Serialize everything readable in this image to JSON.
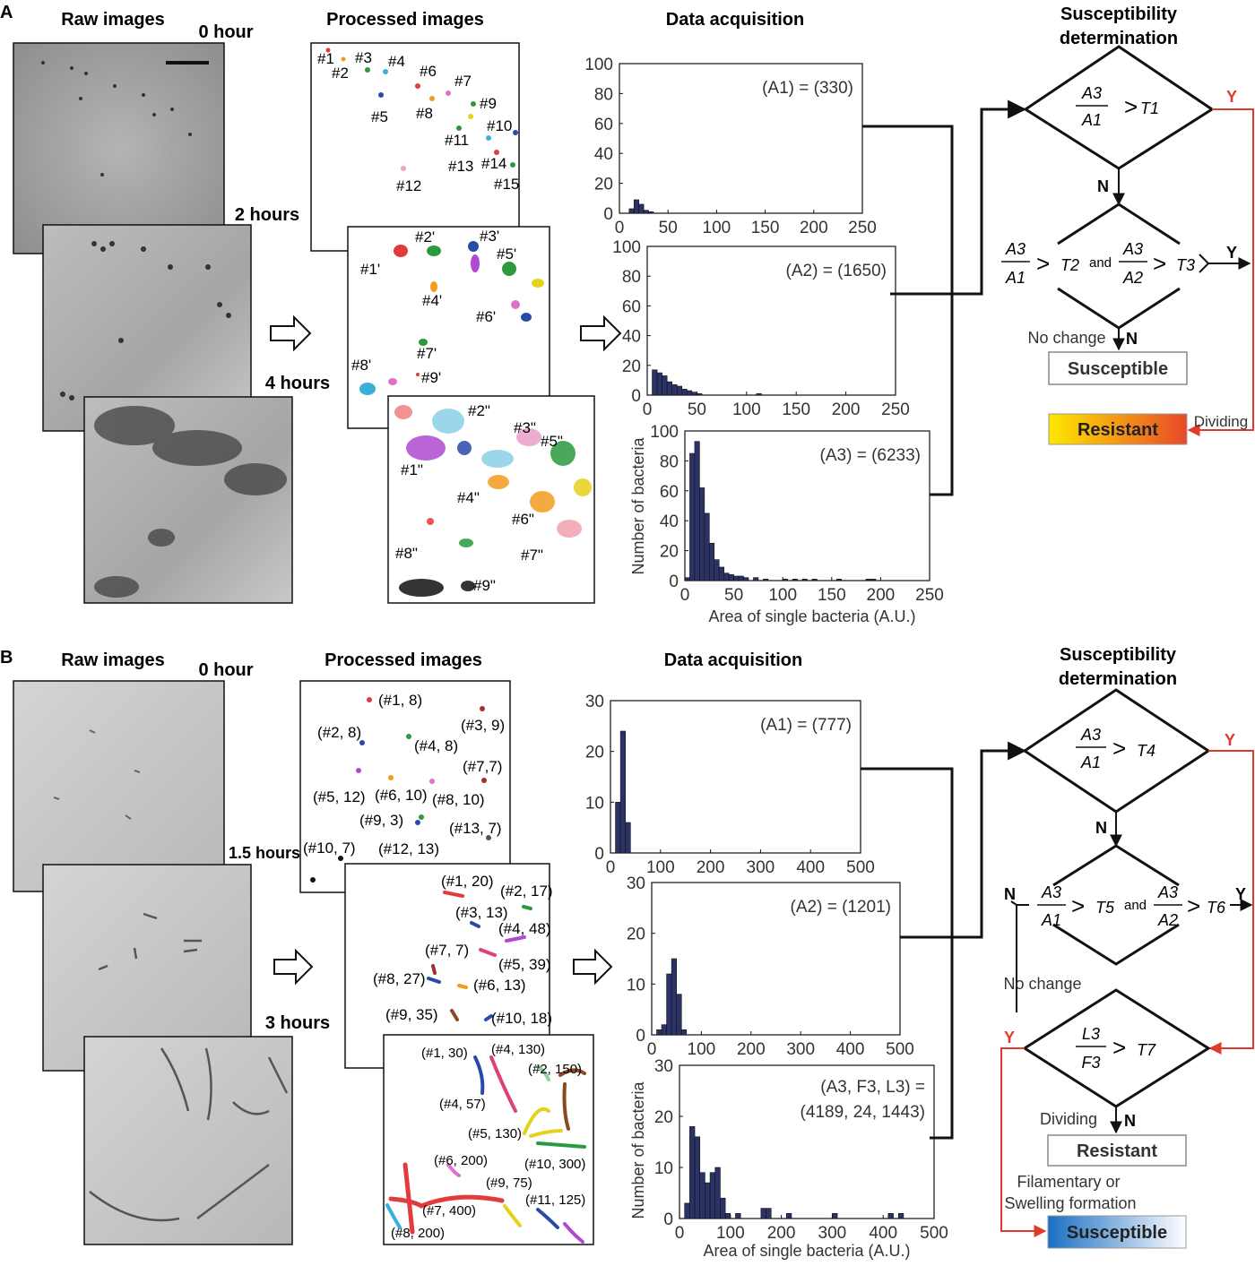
{
  "panel_a": {
    "letter": "A",
    "headers": {
      "raw": "Raw images",
      "processed": "Processed images",
      "data": "Data acquisition",
      "susceptibility_line1": "Susceptibility",
      "susceptibility_line2": "determination"
    },
    "timepoints": [
      "0 hour",
      "2 hours",
      "4 hours"
    ],
    "labels_t0": [
      "#1",
      "#2",
      "#3",
      "#4",
      "#5",
      "#6",
      "#7",
      "#8",
      "#9",
      "#10",
      "#11",
      "#12",
      "#13",
      "#14",
      "#15"
    ],
    "labels_t1": [
      "#1'",
      "#2'",
      "#3'",
      "#4'",
      "#5'",
      "#6'",
      "#7'",
      "#8'",
      "#9'"
    ],
    "labels_t2": [
      "#1\"",
      "#2\"",
      "#3\"",
      "#4\"",
      "#5\"",
      "#6\"",
      "#7\"",
      "#8\"",
      "#9\""
    ],
    "flow": {
      "cond1": {
        "num": "A3",
        "den": "A1",
        "op": ">",
        "thr": "T1"
      },
      "cond2a": {
        "num": "A3",
        "den": "A1",
        "op": ">",
        "thr": "T2"
      },
      "and": "and",
      "cond2b": {
        "num": "A3",
        "den": "A2",
        "op": ">",
        "thr": "T3"
      },
      "y": "Y",
      "n": "N",
      "no_change": "No change",
      "dividing": "Dividing",
      "susceptible": "Susceptible",
      "resistant": "Resistant"
    }
  },
  "panel_b": {
    "letter": "B",
    "headers": {
      "raw": "Raw images",
      "processed": "Processed images",
      "data": "Data acquisition",
      "susceptibility_line1": "Susceptibility",
      "susceptibility_line2": "determination"
    },
    "timepoints": [
      "0 hour",
      "1.5 hours",
      "3 hours"
    ],
    "labels_t0": [
      "(#1, 8)",
      "(#2, 8)",
      "(#3, 9)",
      "(#4, 8)",
      "(#7,7)",
      "(#5, 12)",
      "(#6, 10)",
      "(#8, 10)",
      "(#9, 3)",
      "(#13,  7)",
      "(#10, 7)",
      "(#12, 13)"
    ],
    "labels_t1": [
      "(#1,  20)",
      "(#2, 17)",
      "(#3, 13)",
      "(#4, 48)",
      "(#7, 7)",
      "(#5, 39)",
      "(#8, 27)",
      "(#6, 13)",
      "(#9, 35)",
      "(#10, 18)"
    ],
    "labels_t2": [
      "(#1, 30)",
      "(#4, 130)",
      "(#2, 150)",
      "(#4, 57)",
      "(#5, 130)",
      "(#10, 300)",
      "(#6, 200)",
      "(#9, 75)",
      "(#11, 125)",
      "(#7, 400)",
      "(#8, 200)"
    ],
    "flow": {
      "cond1": {
        "num": "A3",
        "den": "A1",
        "op": ">",
        "thr": "T4"
      },
      "cond2a": {
        "num": "A3",
        "den": "A1",
        "op": ">",
        "thr": "T5"
      },
      "and": "and",
      "cond2b": {
        "num": "A3",
        "den": "A2",
        "op": ">",
        "thr": "T6"
      },
      "cond3": {
        "num": "L3",
        "den": "F3",
        "op": ">",
        "thr": "T7"
      },
      "y": "Y",
      "n": "N",
      "no_change": "No change",
      "dividing": "Dividing",
      "resistant": "Resistant",
      "filamentary_line1": "Filamentary or",
      "filamentary_line2": "Swelling formation",
      "susceptible": "Susceptible"
    }
  },
  "chart_data": [
    {
      "type": "bar",
      "panel": "A",
      "annotation": "(A1) = (330)",
      "bin_width": 5,
      "x": [
        10,
        15,
        20,
        25,
        30
      ],
      "values": [
        3,
        9,
        6,
        2,
        1
      ],
      "xlim": [
        0,
        250
      ],
      "ylim": [
        0,
        100
      ],
      "xticks": [
        0,
        50,
        100,
        150,
        200,
        250
      ],
      "yticks": [
        0,
        20,
        40,
        60,
        80,
        100
      ]
    },
    {
      "type": "bar",
      "panel": "A",
      "annotation": "(A2) = (1650)",
      "bin_width": 5,
      "x": [
        5,
        10,
        15,
        20,
        25,
        30,
        35,
        40,
        45,
        50,
        110
      ],
      "values": [
        17,
        15,
        13,
        9,
        7,
        6,
        4,
        3,
        2,
        1,
        1
      ],
      "xlim": [
        0,
        250
      ],
      "ylim": [
        0,
        100
      ],
      "xticks": [
        0,
        50,
        100,
        150,
        200,
        250
      ],
      "yticks": [
        0,
        20,
        40,
        60,
        80,
        100
      ]
    },
    {
      "type": "bar",
      "panel": "A",
      "annotation": "(A3) = (6233)",
      "bin_width": 5,
      "x": [
        0,
        5,
        10,
        15,
        20,
        25,
        30,
        35,
        40,
        45,
        50,
        55,
        60,
        70,
        80,
        100,
        110,
        120,
        130,
        155,
        185,
        190
      ],
      "values": [
        2,
        85,
        93,
        62,
        45,
        25,
        14,
        9,
        5,
        4,
        3,
        3,
        2,
        2,
        1,
        1,
        1,
        1,
        1,
        1,
        1,
        1
      ],
      "xlim": [
        0,
        250
      ],
      "ylim": [
        0,
        100
      ],
      "xticks": [
        0,
        50,
        100,
        150,
        200,
        250
      ],
      "yticks": [
        0,
        20,
        40,
        60,
        80,
        100
      ],
      "xlabel": "Area of single bacteria (A.U.)",
      "ylabel": "Number of bacteria"
    },
    {
      "type": "bar",
      "panel": "B",
      "annotation": "(A1) = (777)",
      "bin_width": 10,
      "x": [
        10,
        20,
        30
      ],
      "values": [
        10,
        24,
        6
      ],
      "xlim": [
        0,
        500
      ],
      "ylim": [
        0,
        30
      ],
      "xticks": [
        0,
        100,
        200,
        300,
        400,
        500
      ],
      "yticks": [
        0,
        10,
        20,
        30
      ]
    },
    {
      "type": "bar",
      "panel": "B",
      "annotation": "(A2) = (1201)",
      "bin_width": 10,
      "x": [
        10,
        20,
        30,
        40,
        50,
        60
      ],
      "values": [
        1,
        2,
        12,
        15,
        8,
        1
      ],
      "xlim": [
        0,
        500
      ],
      "ylim": [
        0,
        30
      ],
      "xticks": [
        0,
        100,
        200,
        300,
        400,
        500
      ],
      "yticks": [
        0,
        10,
        20,
        30
      ]
    },
    {
      "type": "bar",
      "panel": "B",
      "annotation_line1": "(A3, F3, L3) =",
      "annotation_line2": "(4189, 24, 1443)",
      "bin_width": 10,
      "x": [
        10,
        20,
        30,
        40,
        50,
        60,
        70,
        80,
        90,
        110,
        160,
        170,
        210,
        300,
        410,
        430
      ],
      "values": [
        3,
        18,
        16,
        9,
        7,
        9,
        10,
        4,
        1,
        1,
        2,
        2,
        1,
        1,
        1,
        1
      ],
      "xlim": [
        0,
        500
      ],
      "ylim": [
        0,
        30
      ],
      "xticks": [
        0,
        100,
        200,
        300,
        400,
        500
      ],
      "yticks": [
        0,
        10,
        20,
        30
      ],
      "xlabel": "Area of single bacteria (A.U.)",
      "ylabel": "Number of bacteria"
    }
  ],
  "colors": {
    "bar_fill": "#2b3366",
    "flow_red": "#e03a2a",
    "resistant_gradient": [
      "#ffe800",
      "#e8482a"
    ],
    "susceptible_gradient": [
      "#1b6fc4",
      "#ffffff"
    ]
  }
}
